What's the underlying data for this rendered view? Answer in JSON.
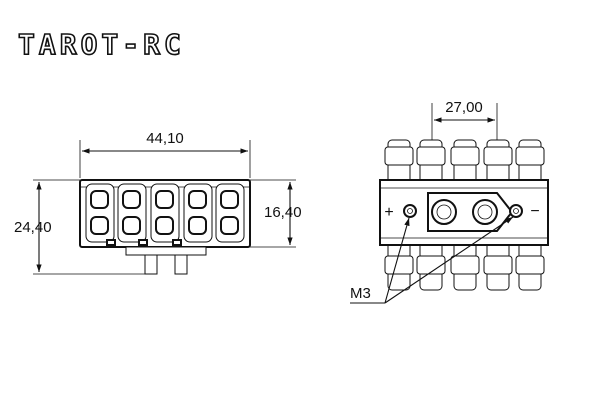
{
  "brand": {
    "logo_text": "TAROT-RC"
  },
  "dimensions": {
    "overall_width": "44,10",
    "overall_height": "24,40",
    "body_height": "16,40",
    "pitch_span": "27,00"
  },
  "polarity": {
    "plus": "+",
    "minus": "−"
  },
  "callout": {
    "screw_label": "M3"
  }
}
